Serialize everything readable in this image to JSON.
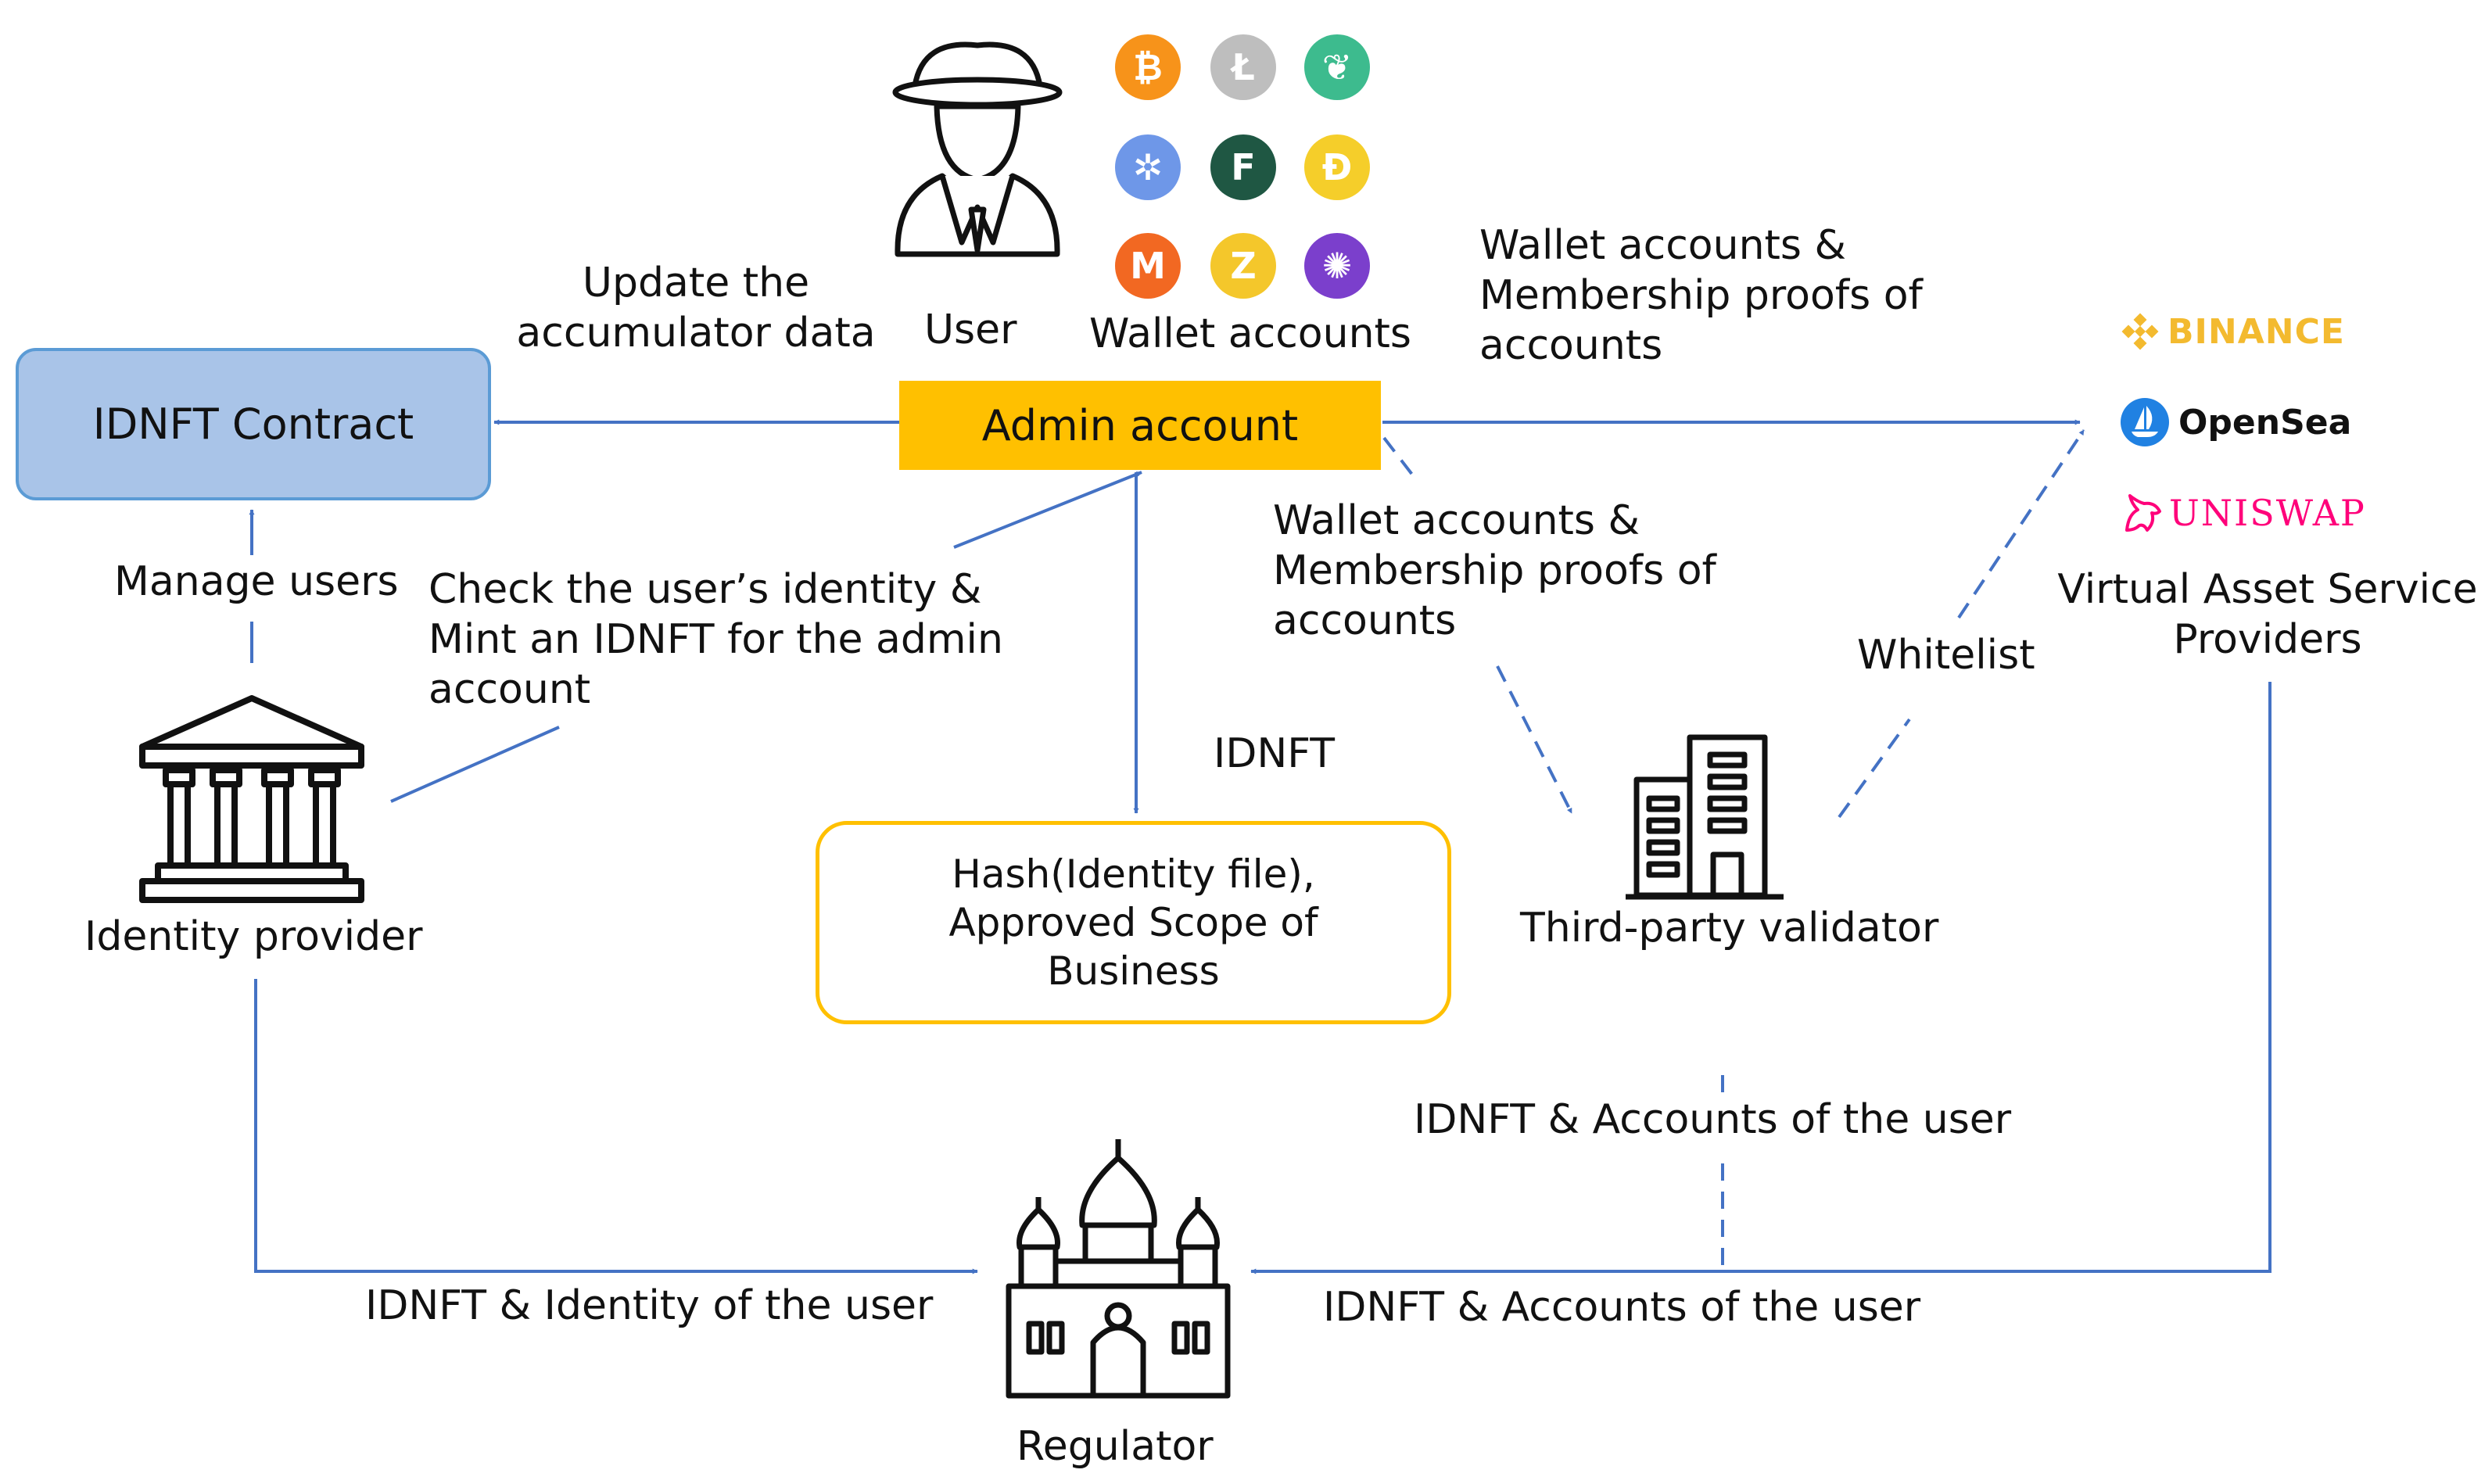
{
  "nodes": {
    "idnft_contract": "IDNFT Contract",
    "admin_account": "Admin account",
    "identity_file_box": [
      "Hash(Identity file),",
      "Approved Scope of",
      "Business"
    ]
  },
  "labels": {
    "user": "User",
    "wallet_accounts": "Wallet accounts",
    "update_accumulator": [
      "Update the",
      "accumulator  data"
    ],
    "wallet_membership_top": [
      "Wallet accounts &",
      "Membership proofs of",
      "accounts"
    ],
    "wallet_membership_mid": [
      "Wallet accounts &",
      "Membership proofs of",
      "accounts"
    ],
    "manage_users": "Manage users",
    "check_identity": [
      "Check the user’s identity &",
      "Mint an IDNFT for the admin",
      "account"
    ],
    "idnft": "IDNFT",
    "whitelist": "Whitelist",
    "vasp": [
      "Virtual Asset Service",
      "Providers"
    ],
    "identity_provider": "Identity  provider",
    "third_party_validator": "Third-party validator",
    "idnft_accounts_upper": "IDNFT & Accounts of the user",
    "idnft_accounts_lower": "IDNFT & Accounts of the user",
    "idnft_identity": "IDNFT & Identity of the user",
    "regulator": "Regulator"
  },
  "brands": {
    "binance": "BINANCE",
    "opensea": "OpenSea",
    "uniswap": "UNISWAP"
  },
  "coins": [
    {
      "icon": "bitcoin-icon",
      "symbol": "₿",
      "color": "#F7931A"
    },
    {
      "icon": "litecoin-icon",
      "symbol": "Ł",
      "color": "#BEBEBE"
    },
    {
      "icon": "leaf-coin-icon",
      "symbol": "❦",
      "color": "#3DBB8E"
    },
    {
      "icon": "ripple-icon",
      "symbol": "✲",
      "color": "#6E97E8"
    },
    {
      "icon": "f-coin-icon",
      "symbol": "F",
      "color": "#1F5743"
    },
    {
      "icon": "dogecoin-icon",
      "symbol": "Ð",
      "color": "#F5CE2A"
    },
    {
      "icon": "monero-icon",
      "symbol": "M",
      "color": "#F26822"
    },
    {
      "icon": "zcash-icon",
      "symbol": "Z",
      "color": "#F4C72B"
    },
    {
      "icon": "iota-icon",
      "symbol": "✺",
      "color": "#7B3FCC"
    }
  ],
  "colors": {
    "arrow": "#4472C4",
    "contract_fill": "#A9C4E8",
    "contract_border": "#5B9BD5",
    "admin_fill": "#FFC000",
    "file_border": "#FFC000"
  }
}
